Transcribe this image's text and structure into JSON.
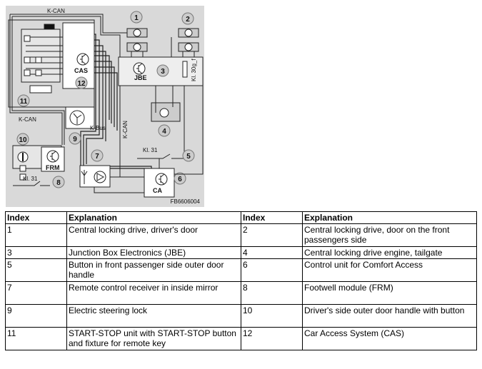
{
  "diagram": {
    "bus_labels": {
      "k_can_top": "K-CAN",
      "k_can_left": "K-CAN",
      "k_can_vertical": "K-CAN",
      "k_bus": "K-Bus"
    },
    "terminal_labels": {
      "kl31_right": "Kl. 31",
      "kl31_left": "Kl. 31",
      "kl30g_f": "Kl. 30g_f"
    },
    "module_labels": {
      "cas": "CAS",
      "jbe": "JBE",
      "frm": "FRM",
      "ca": "CA"
    },
    "callouts": [
      "1",
      "2",
      "3",
      "4",
      "5",
      "6",
      "7",
      "8",
      "9",
      "10",
      "11",
      "12"
    ],
    "figure_code": "FB6606004"
  },
  "legend": {
    "headers": [
      "Index",
      "Explanation",
      "Index",
      "Explanation"
    ],
    "rows": [
      [
        "1",
        "Central locking drive, driver's door",
        "2",
        "Central locking drive, door on the front passengers side"
      ],
      [
        "3",
        "Junction Box Electronics (JBE)",
        "4",
        "Central locking drive engine, tailgate"
      ],
      [
        "5",
        "Button in front passenger side outer door handle",
        "6",
        "Control unit for Comfort Access"
      ],
      [
        "7",
        "Remote control receiver in inside mirror",
        "8",
        "Footwell module (FRM)"
      ],
      [
        "9",
        "Electric steering lock",
        "10",
        "Driver's side outer door handle with button"
      ],
      [
        "11",
        "START-STOP unit with START-STOP button and fixture for remote key",
        "12",
        "Car Access System (CAS)"
      ]
    ]
  }
}
